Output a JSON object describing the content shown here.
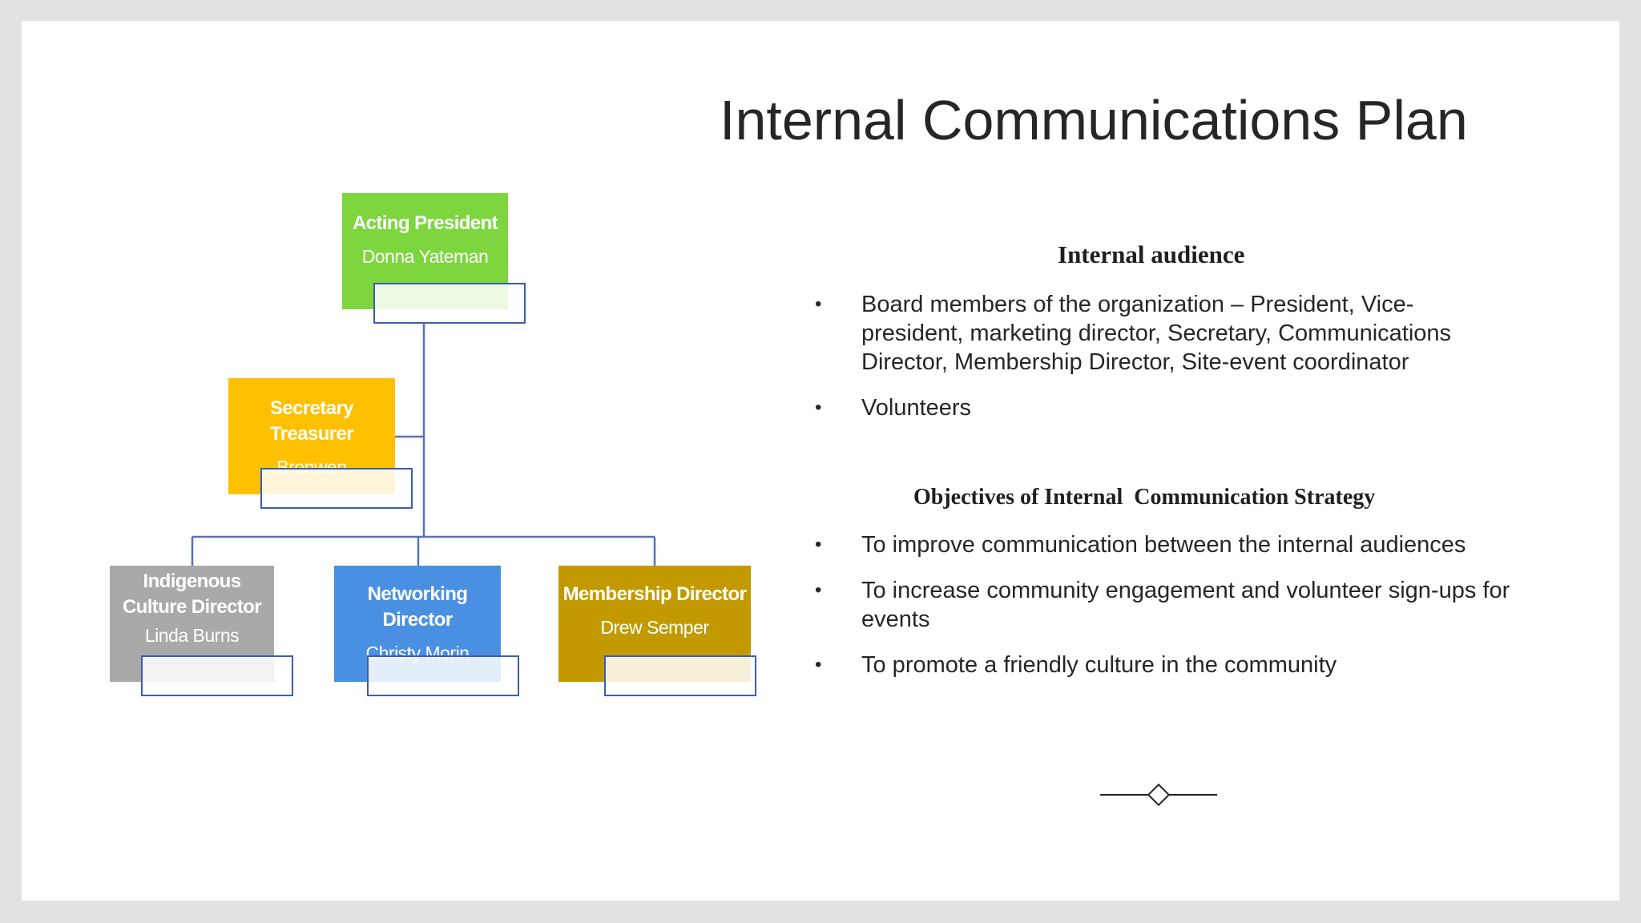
{
  "slide": {
    "title": "Internal Communications Plan",
    "audience": {
      "heading": "Internal audience",
      "items": [
        "Board members of the organization – President, Vice-president, marketing director, Secretary, Communications Director, Membership Director, Site-event coordinator",
        "Volunteers"
      ]
    },
    "objectives": {
      "heading": "Objectives of Internal  Communication Strategy",
      "items": [
        "To improve communication between the internal audiences",
        "To increase community engagement and volunteer sign-ups for events",
        "To promote a friendly culture in the community"
      ]
    },
    "bullet_symbol": "•"
  },
  "org_chart": {
    "president": {
      "role": "Acting President",
      "name": "Donna Yateman",
      "color": "#7ed63f"
    },
    "secretary": {
      "role": "Secretary Treasurer",
      "name": "Bronwen",
      "color": "#ffc000"
    },
    "indigenous": {
      "role": "Indigenous Culture Director",
      "name": "Linda Burns",
      "color": "#a9a9a9"
    },
    "networking": {
      "role": "Networking Director",
      "name": "Christy Morin",
      "color": "#4a90e2"
    },
    "membership": {
      "role": "Membership Director",
      "name": "Drew Semper",
      "color": "#c29a00"
    },
    "connector_color": "#5872b8"
  }
}
